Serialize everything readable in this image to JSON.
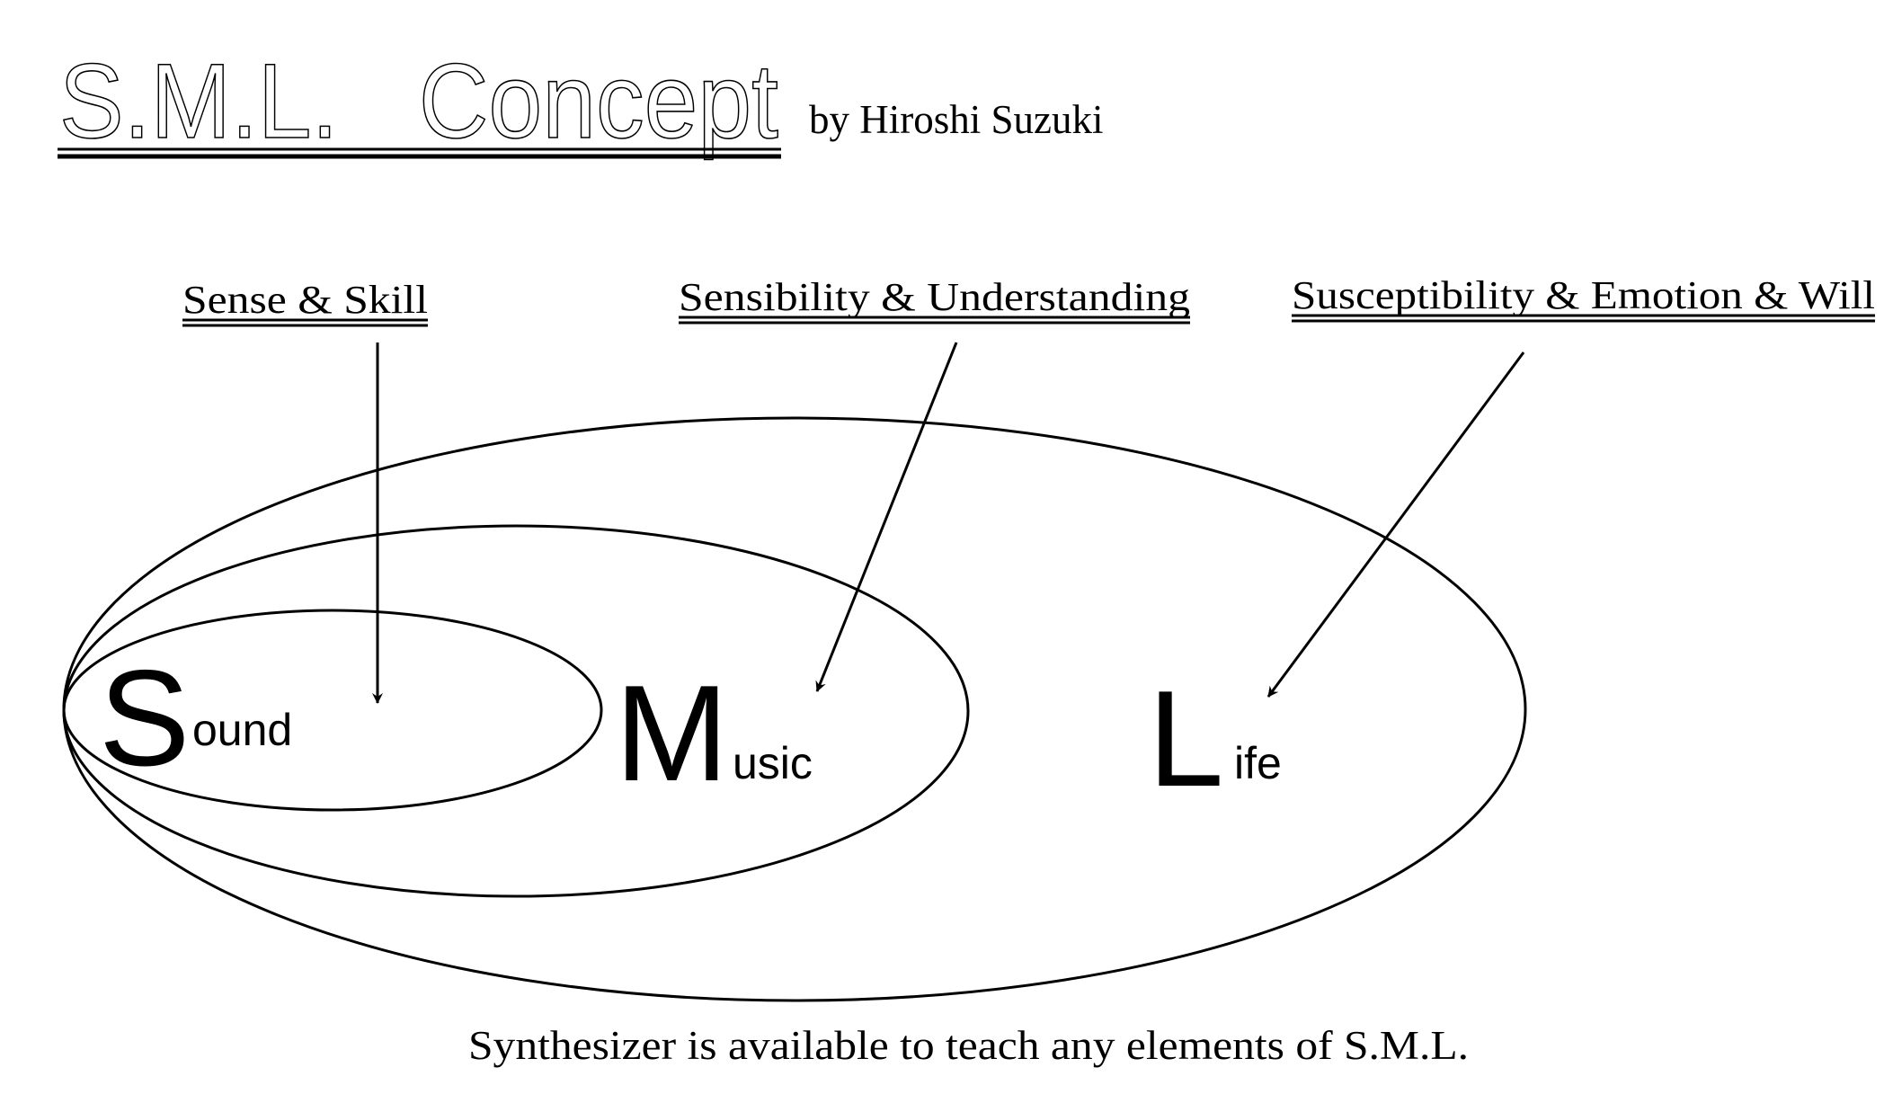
{
  "header": {
    "title": "S.M.L.   Concept",
    "author": "by Hiroshi Suzuki"
  },
  "labels": [
    {
      "text": "Sense & Skill"
    },
    {
      "text": "Sensibility & Understanding"
    },
    {
      "text": "Susceptibility & Emotion & Will"
    }
  ],
  "circles": [
    {
      "initial": "S",
      "rest": "ound"
    },
    {
      "initial": "M",
      "rest": "usic"
    },
    {
      "initial": "L",
      "rest": "ife"
    }
  ],
  "caption": "Synthesizer is available to teach any elements of S.M.L."
}
